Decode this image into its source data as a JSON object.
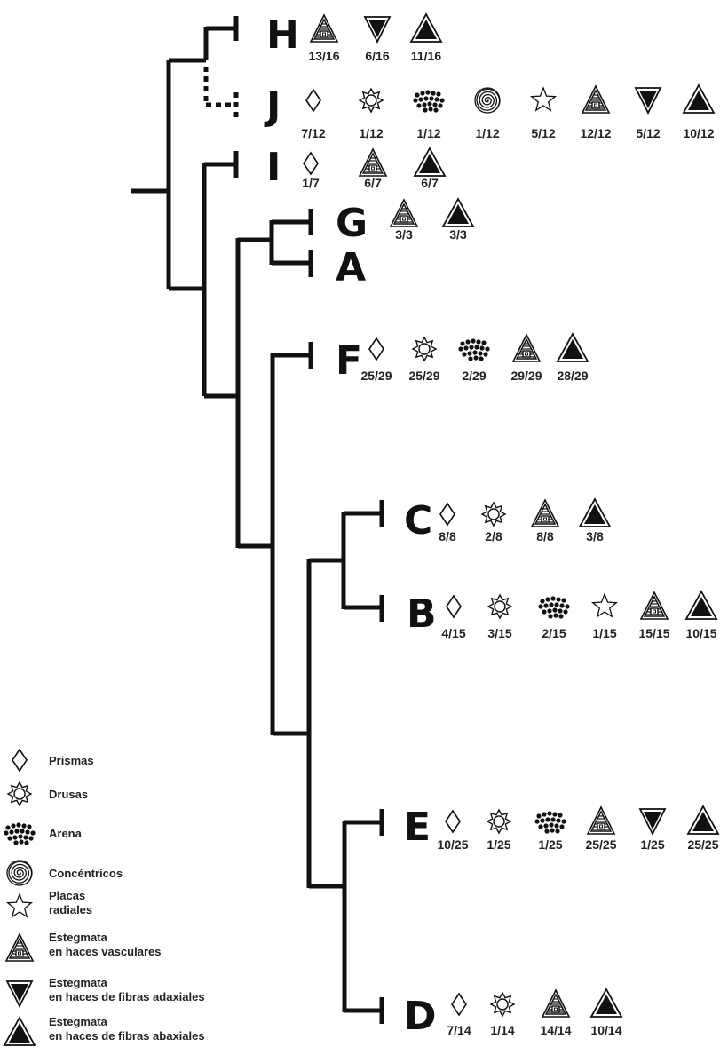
{
  "clades": [
    {
      "id": "H",
      "letter": "H",
      "characters": [
        {
          "icon": "estegmata-vasculares",
          "frac": "13/16"
        },
        {
          "icon": "estegmata-adaxiales",
          "frac": "6/16"
        },
        {
          "icon": "estegmata-abaxiales",
          "frac": "11/16"
        }
      ]
    },
    {
      "id": "J",
      "letter": "J",
      "characters": [
        {
          "icon": "prismas",
          "frac": "7/12"
        },
        {
          "icon": "drusas",
          "frac": "1/12"
        },
        {
          "icon": "arena",
          "frac": "1/12"
        },
        {
          "icon": "concentricos",
          "frac": "1/12"
        },
        {
          "icon": "placas-radiales",
          "frac": "5/12"
        },
        {
          "icon": "estegmata-vasculares",
          "frac": "12/12"
        },
        {
          "icon": "estegmata-adaxiales",
          "frac": "5/12"
        },
        {
          "icon": "estegmata-abaxiales",
          "frac": "10/12"
        }
      ]
    },
    {
      "id": "I",
      "letter": "I",
      "characters": [
        {
          "icon": "prismas",
          "frac": "1/7"
        },
        {
          "icon": "estegmata-vasculares",
          "frac": "6/7"
        },
        {
          "icon": "estegmata-abaxiales",
          "frac": "6/7"
        }
      ]
    },
    {
      "id": "G",
      "letter": "G",
      "characters": [
        {
          "icon": "estegmata-vasculares",
          "frac": "3/3"
        },
        {
          "icon": "estegmata-abaxiales",
          "frac": "3/3"
        }
      ]
    },
    {
      "id": "A",
      "letter": "A",
      "characters": []
    },
    {
      "id": "F",
      "letter": "F",
      "characters": [
        {
          "icon": "prismas",
          "frac": "25/29"
        },
        {
          "icon": "drusas",
          "frac": "25/29"
        },
        {
          "icon": "arena",
          "frac": "2/29"
        },
        {
          "icon": "estegmata-vasculares",
          "frac": "29/29"
        },
        {
          "icon": "estegmata-abaxiales",
          "frac": "28/29"
        }
      ]
    },
    {
      "id": "C",
      "letter": "C",
      "characters": [
        {
          "icon": "prismas",
          "frac": "8/8"
        },
        {
          "icon": "drusas",
          "frac": "2/8"
        },
        {
          "icon": "estegmata-vasculares",
          "frac": "8/8"
        },
        {
          "icon": "estegmata-abaxiales",
          "frac": "3/8"
        }
      ]
    },
    {
      "id": "B",
      "letter": "B",
      "characters": [
        {
          "icon": "prismas",
          "frac": "4/15"
        },
        {
          "icon": "drusas",
          "frac": "3/15"
        },
        {
          "icon": "arena",
          "frac": "2/15"
        },
        {
          "icon": "placas-radiales",
          "frac": "1/15"
        },
        {
          "icon": "estegmata-vasculares",
          "frac": "15/15"
        },
        {
          "icon": "estegmata-abaxiales",
          "frac": "10/15"
        }
      ]
    },
    {
      "id": "E",
      "letter": "E",
      "characters": [
        {
          "icon": "prismas",
          "frac": "10/25"
        },
        {
          "icon": "drusas",
          "frac": "1/25"
        },
        {
          "icon": "arena",
          "frac": "1/25"
        },
        {
          "icon": "estegmata-vasculares",
          "frac": "25/25"
        },
        {
          "icon": "estegmata-adaxiales",
          "frac": "1/25"
        },
        {
          "icon": "estegmata-abaxiales",
          "frac": "25/25"
        }
      ]
    },
    {
      "id": "D",
      "letter": "D",
      "characters": [
        {
          "icon": "prismas",
          "frac": "7/14"
        },
        {
          "icon": "drusas",
          "frac": "1/14"
        },
        {
          "icon": "estegmata-vasculares",
          "frac": "14/14"
        },
        {
          "icon": "estegmata-abaxiales",
          "frac": "10/14"
        }
      ]
    }
  ],
  "legend": [
    {
      "icon": "prismas",
      "lines": [
        "Prismas"
      ]
    },
    {
      "icon": "drusas",
      "lines": [
        "Drusas"
      ]
    },
    {
      "icon": "arena",
      "lines": [
        "Arena"
      ]
    },
    {
      "icon": "concentricos",
      "lines": [
        "Concéntricos"
      ]
    },
    {
      "icon": "placas-radiales",
      "lines": [
        "Placas",
        "radiales"
      ]
    },
    {
      "icon": "estegmata-vasculares",
      "lines": [
        "Estegmata",
        "en haces vasculares"
      ]
    },
    {
      "icon": "estegmata-adaxiales",
      "lines": [
        "Estegmata",
        "en haces de fibras adaxiales"
      ]
    },
    {
      "icon": "estegmata-abaxiales",
      "lines": [
        "Estegmata",
        "en haces de fibras abaxiales"
      ]
    }
  ]
}
